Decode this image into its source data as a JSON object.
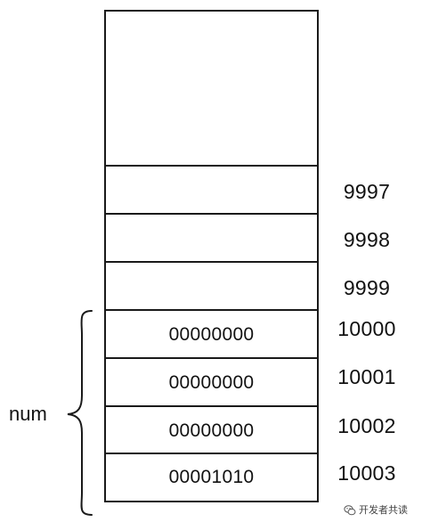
{
  "memory": {
    "cells": [
      {
        "value": "",
        "address": ""
      },
      {
        "value": "",
        "address": "9997"
      },
      {
        "value": "",
        "address": "9998"
      },
      {
        "value": "",
        "address": "9999"
      },
      {
        "value": "00000000",
        "address": "10000"
      },
      {
        "value": "00000000",
        "address": "10001"
      },
      {
        "value": "00000000",
        "address": "10002"
      },
      {
        "value": "00001010",
        "address": "10003"
      }
    ],
    "variable_label": "num",
    "bracket_spans_cells": [
      4,
      7
    ]
  },
  "watermark": {
    "text": "开发者共读",
    "icon": "wechat-icon"
  },
  "colors": {
    "stroke": "#1a1a1a",
    "text": "#111111",
    "background": "#ffffff"
  }
}
